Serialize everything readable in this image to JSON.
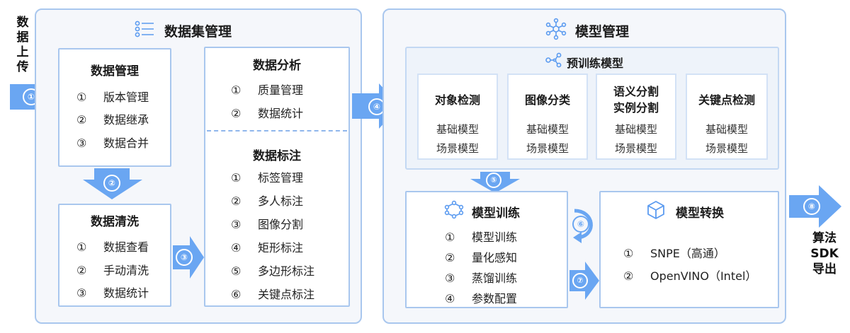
{
  "left_label": [
    "数",
    "据",
    "上",
    "传"
  ],
  "right_label": [
    "算法",
    "SDK",
    "导出"
  ],
  "dataset_panel": {
    "title": "数据集管理",
    "data_mgmt": {
      "title": "数据管理",
      "items": [
        [
          "①",
          "版本管理"
        ],
        [
          "②",
          "数据继承"
        ],
        [
          "③",
          "数据合并"
        ]
      ]
    },
    "data_clean": {
      "title": "数据清洗",
      "items": [
        [
          "①",
          "数据查看"
        ],
        [
          "②",
          "手动清洗"
        ],
        [
          "③",
          "数据统计"
        ]
      ]
    },
    "data_analysis": {
      "title": "数据分析",
      "items": [
        [
          "①",
          "质量管理"
        ],
        [
          "②",
          "数据统计"
        ]
      ]
    },
    "data_label": {
      "title": "数据标注",
      "items": [
        [
          "①",
          "标签管理"
        ],
        [
          "②",
          "多人标注"
        ],
        [
          "③",
          "图像分割"
        ],
        [
          "④",
          "矩形标注"
        ],
        [
          "⑤",
          "多边形标注"
        ],
        [
          "⑥",
          "关键点标注"
        ]
      ]
    }
  },
  "model_panel": {
    "title": "模型管理",
    "pretrained": {
      "title": "预训练模型",
      "cards": [
        {
          "title": [
            "对象检测"
          ],
          "items": [
            "基础模型",
            "场景模型"
          ]
        },
        {
          "title": [
            "图像分类"
          ],
          "items": [
            "基础模型",
            "场景模型"
          ]
        },
        {
          "title": [
            "语义分割",
            "实例分割"
          ],
          "items": [
            "基础模型",
            "场景模型"
          ]
        },
        {
          "title": [
            "关键点检测"
          ],
          "items": [
            "基础模型",
            "场景模型"
          ]
        }
      ]
    },
    "training": {
      "title": "模型训练",
      "items": [
        [
          "①",
          "模型训练"
        ],
        [
          "②",
          "量化感知"
        ],
        [
          "③",
          "蒸馏训练"
        ],
        [
          "④",
          "参数配置"
        ]
      ]
    },
    "conversion": {
      "title": "模型转换",
      "items": [
        [
          "①",
          "SNPE（高通）"
        ],
        [
          "②",
          "OpenVINO（Intel）"
        ]
      ]
    }
  },
  "steps": [
    "①",
    "②",
    "③",
    "④",
    "⑤",
    "⑥",
    "⑦",
    "⑧"
  ],
  "colors": {
    "accent": "#5b9bf0",
    "arrow": "#6aa6f2",
    "border": "#a9c7ee",
    "panel_bg": "#f5f7fb"
  }
}
